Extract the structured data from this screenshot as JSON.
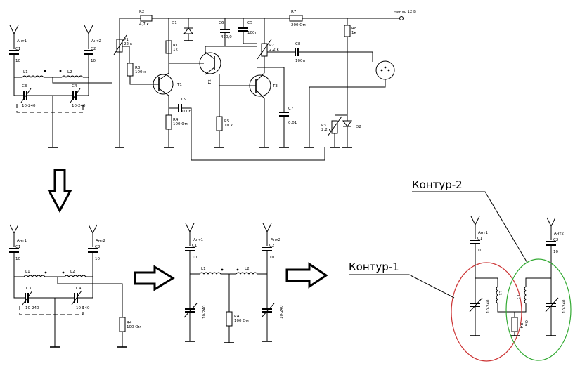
{
  "labels": {
    "ant1": "Ант1",
    "ant2": "Ант2",
    "c1": "C1",
    "c2": "C2",
    "c1_val": "10",
    "c2_val": "10",
    "c3": "C3",
    "c4": "C4",
    "c3_val": "10-240",
    "c4_val": "10-240",
    "l1": "L1",
    "l2": "L2",
    "r1": "R1",
    "r1_val": "1к",
    "r2": "R2",
    "r2_val": "4,7 к",
    "r3": "R3",
    "r3_val": "100 к",
    "r4": "R4",
    "r4_val": "100 Ом",
    "r5": "R5",
    "r5_val": "10 к",
    "r7": "R7",
    "r7_val": "200 Ом",
    "r8": "R8",
    "r8_val": "1к",
    "p1": "P1",
    "p1_val": "22 к",
    "p2": "P2",
    "p2_val": "2,2 к",
    "p3": "P3",
    "p3_val": "2,2 к",
    "c5": "C5",
    "c5_val": "100п",
    "c6": "C6",
    "c6_val": "470,0",
    "c7": "C7",
    "c7_val": "0,01",
    "c8": "C8",
    "c8_val": "100п",
    "c9": "C9",
    "c9_val": "100п",
    "d1": "D1",
    "d2": "D2",
    "t1": "T1",
    "t2": "T2",
    "t3": "T3",
    "supply": "минус 12 В",
    "r4_lbl_short": "R4",
    "r4_val_short": "100 Ом",
    "om_short": "Ом",
    "contour1": "Контур-1",
    "contour2": "Контур-2"
  },
  "colors": {
    "contour1": "#cc3333",
    "contour2": "#33aa33"
  }
}
